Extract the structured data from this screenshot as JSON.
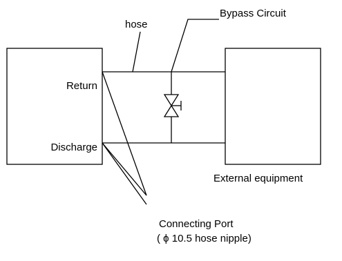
{
  "labels": {
    "hose": "hose",
    "bypass_circuit": "Bypass Circuit",
    "return": "Return",
    "discharge": "Discharge",
    "external_equipment": "External equipment",
    "connecting_port_line1": "Connecting Port",
    "connecting_port_line2": "( ϕ 10.5 hose nipple)"
  },
  "colors": {
    "stroke": "#000000",
    "background": "#ffffff"
  }
}
